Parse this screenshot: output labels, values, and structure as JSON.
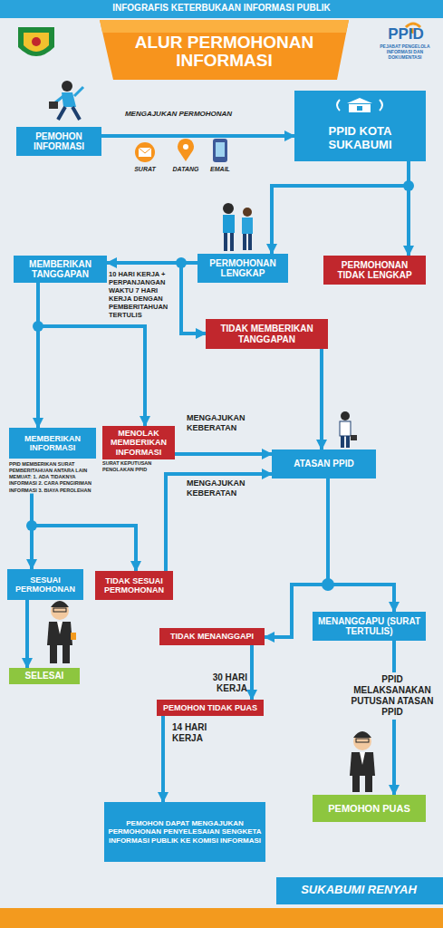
{
  "diagram": {
    "title": "ALUR PERMOHONAN INFORMASI",
    "nodes": [
      {
        "text": [
          "PEMOHON INFORMASI"
        ]
      },
      {
        "text": [
          "PPID KOTA SUKABUMI"
        ]
      },
      {
        "text": [
          "PERMOHONAN LENGKAP"
        ]
      },
      {
        "text": [
          "PERMOHONAN TIDAK LENGKAP"
        ]
      },
      {
        "text": [
          "MEMBERIKAN TANGGAPAN"
        ]
      },
      {
        "text": [
          "TIDAK MEMBERIKAN TANGGAPAN"
        ]
      },
      {
        "text": [
          "MEMBERIKAN INFORMASI",
          "PPID MEMBERIKAN SURAT PEMBERITAHUAN ANTARA LAIN MEMUAT: 1. ADA TIDAKNYA INFORMASI 2. CARA PENGIRIMAN INFORMASI 3. BIAYA PEROLEHAN"
        ]
      },
      {
        "text": [
          "MENOLAK MEMBERIKAN INFORMASI"
        ]
      },
      {
        "text": [
          "ATASAN PPID"
        ]
      },
      {
        "text": [
          "SESUAI PERMOHONAN"
        ]
      },
      {
        "text": [
          "TIDAK SESUAI PERMOHONAN"
        ]
      },
      {
        "text": [
          "SELESAI"
        ]
      },
      {
        "text": [
          "MENANGGAPU (SURAT TERTULIS)"
        ]
      },
      {
        "text": [
          "TIDAK MENANGGAPI"
        ]
      },
      {
        "text": [
          "PEMOHON TIDAK PUAS"
        ]
      },
      {
        "text": [
          "PEMOHON PUAS"
        ]
      },
      {
        "text": [
          "PEMOHON DAPAT MENGAJUKAN PERMOHONAN PENYELESAIAN SENGKETA INFORMASI PUBLIK KE KOMISI INFORMASI"
        ]
      }
    ],
    "edges": [
      {
        "from": 0,
        "to": 1,
        "label": "MENGAJUKAN PERMOHONAN",
        "arrow": "to"
      },
      {
        "from": 1,
        "to": 2,
        "arrow": "to"
      },
      {
        "from": 1,
        "to": 3,
        "arrow": "to"
      },
      {
        "from": 2,
        "to": 4,
        "label": "10 HARI KERJA + PERPANJANGAN WAKTU 7 HARI KERJA DENGAN PEMBERITAHUAN TERTULIS",
        "arrow": "to"
      },
      {
        "from": 2,
        "to": 5,
        "arrow": "to"
      },
      {
        "from": 4,
        "to": 6,
        "arrow": "to"
      },
      {
        "from": 4,
        "to": 7,
        "arrow": "to"
      },
      {
        "from": 5,
        "to": 8,
        "arrow": "to"
      },
      {
        "from": 7,
        "to": 8,
        "label": "MENGAJUKAN KEBERATAN",
        "arrow": "to"
      },
      {
        "from": 10,
        "to": 8,
        "label": "MENGAJUKAN KEBERATAN",
        "arrow": "to"
      },
      {
        "from": 6,
        "to": 9,
        "arrow": "to"
      },
      {
        "from": 6,
        "to": 10,
        "arrow": "to"
      },
      {
        "from": 9,
        "to": 11,
        "arrow": "to"
      },
      {
        "from": 8,
        "to": 12,
        "arrow": "to"
      },
      {
        "from": 8,
        "to": 13,
        "arrow": "to"
      },
      {
        "from": 13,
        "to": 14,
        "label": "30 HARI KERJA",
        "arrow": "to"
      },
      {
        "from": 14,
        "to": 16,
        "label": "14 HARI KERJA",
        "arrow": "to"
      },
      {
        "from": 12,
        "to": 15,
        "label": "PPID MELAKSANAKAN PUTUSAN ATASAN PPID",
        "arrow": "to"
      }
    ],
    "labels": [
      "INFOGRAFIS KETERBUKAAN INFORMASI PUBLIK",
      "PPID",
      "PEJABAT PENGELOLA INFORMASI DAN DOKUMENTASI",
      "SURAT",
      "DATANG",
      "EMAIL",
      "SURAT KEPUTUSAN PENOLAKAN PPID",
      "SUKABUMI RENYAH"
    ]
  }
}
